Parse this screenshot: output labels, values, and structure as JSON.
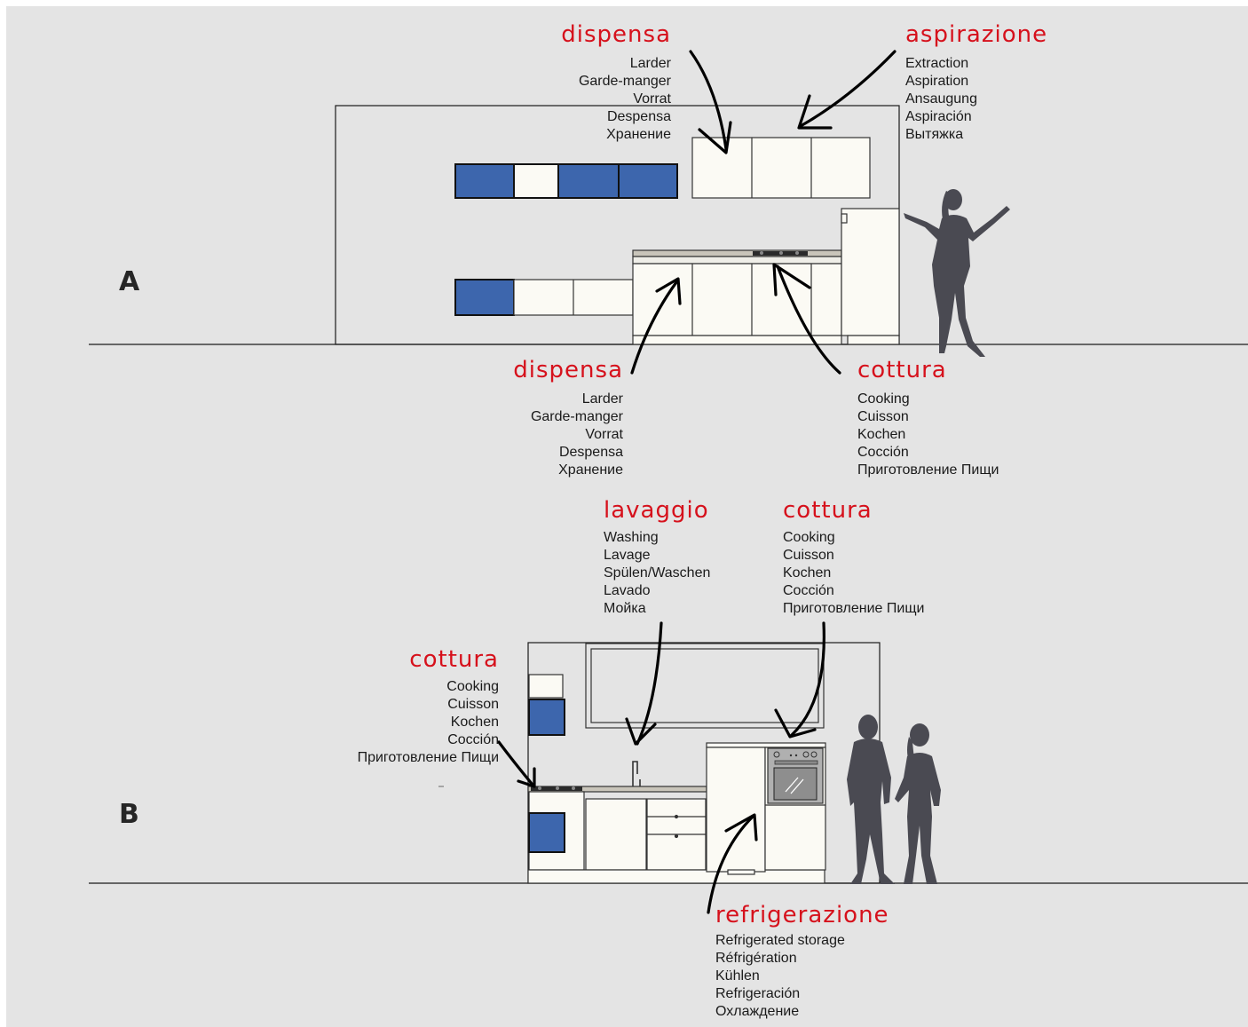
{
  "colors": {
    "background": "#e4e4e4",
    "accent_blue": "#3d66ad",
    "label_red": "#d6111c",
    "silhouette": "#4a4a52",
    "cabinet": "#fbfaf4"
  },
  "sections": [
    {
      "id": "A",
      "label": "A"
    },
    {
      "id": "B",
      "label": "B"
    }
  ],
  "labels": {
    "a_dispensa_top": {
      "title": "dispensa",
      "lines": [
        "Larder",
        "Garde-manger",
        "Vorrat",
        "Despensa",
        "Хранение"
      ]
    },
    "a_aspirazione": {
      "title": "aspirazione",
      "lines": [
        "Extraction",
        "Aspiration",
        "Ansaugung",
        "Aspiración",
        "Вытяжка"
      ]
    },
    "a_dispensa_bottom": {
      "title": "dispensa",
      "lines": [
        "Larder",
        "Garde-manger",
        "Vorrat",
        "Despensa",
        "Хранение"
      ]
    },
    "a_cottura": {
      "title": "cottura",
      "lines": [
        "Cooking",
        "Cuisson",
        "Kochen",
        "Cocción",
        "Приготовление Пищи"
      ]
    },
    "b_lavaggio": {
      "title": "lavaggio",
      "lines": [
        "Washing",
        "Lavage",
        "Spülen/Waschen",
        "Lavado",
        "Мойка"
      ]
    },
    "b_cottura_right": {
      "title": "cottura",
      "lines": [
        "Cooking",
        "Cuisson",
        "Kochen",
        "Cocción",
        "Приготовление Пищи"
      ]
    },
    "b_cottura_left": {
      "title": "cottura",
      "lines": [
        "Cooking",
        "Cuisson",
        "Kochen",
        "Cocción",
        "Приготовление Пищи"
      ]
    },
    "b_refrigerazione": {
      "title": "refrigerazione",
      "lines": [
        "Refrigerated storage",
        "Réfrigération",
        "Kühlen",
        "Refrigeración",
        "Охлаждение"
      ]
    }
  },
  "icons": [
    "arrow-icon",
    "woman-silhouette-icon",
    "couple-silhouette-icon",
    "oven-icon",
    "tap-icon",
    "hob-icon"
  ]
}
